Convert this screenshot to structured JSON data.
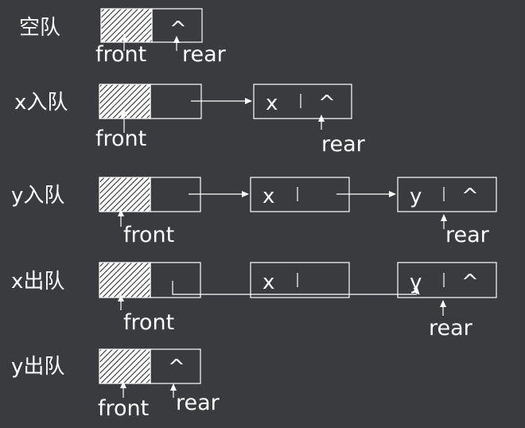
{
  "colors": {
    "background": "#3a3b3e",
    "foreground": "#ffffff"
  },
  "steps": [
    {
      "label": "空队",
      "front": "front",
      "rear": "rear",
      "null_mark": "^"
    },
    {
      "label": "x入队",
      "front": "front",
      "rear": "rear",
      "node_value": "x",
      "null_mark": "^"
    },
    {
      "label": "y入队",
      "front": "front",
      "rear": "rear",
      "node1_value": "x",
      "node2_value": "y",
      "null_mark": "^"
    },
    {
      "label": "x出队",
      "front": "front",
      "rear": "rear",
      "node1_value": "x",
      "node2_value": "y",
      "null_mark": "^"
    },
    {
      "label": "y出队",
      "front": "front",
      "rear": "rear",
      "null_mark": "^"
    }
  ]
}
